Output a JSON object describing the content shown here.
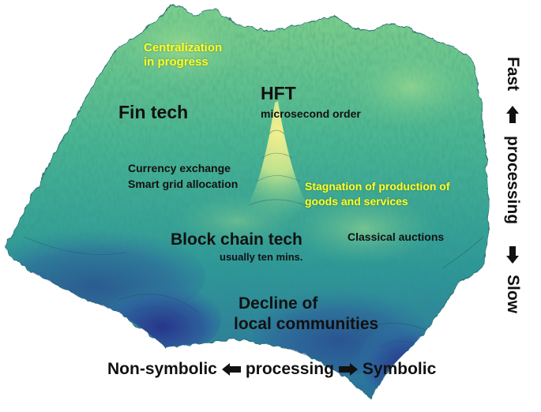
{
  "labels": {
    "centralization_1": "Centralization",
    "centralization_2": "in progress",
    "fin_tech": "Fin tech",
    "hft": "HFT",
    "hft_sub": "microsecond order",
    "currency": "Currency exchange",
    "smart_grid": "Smart grid allocation",
    "stagnation_1": "Stagnation of production of",
    "stagnation_2": "goods and services",
    "blockchain": "Block chain tech",
    "blockchain_sub": "usually ten mins.",
    "auctions": "Classical auctions",
    "decline_1": "Decline of",
    "decline_2": "local communities"
  },
  "axis_x": {
    "left": "Non-symbolic",
    "middle": "processing",
    "right": "Symbolic"
  },
  "axis_y": {
    "top": "Fast",
    "middle": "processing",
    "bottom": "Slow"
  },
  "colors": {
    "peak": "#f6f08e",
    "high": "#6fc993",
    "mid": "#33a595",
    "low": "#2d79a0",
    "deep": "#27318a",
    "yellow_text": "#ffff26"
  },
  "icons": [
    "arrow-left-icon",
    "arrow-right-icon",
    "arrow-up-icon",
    "arrow-down-icon"
  ]
}
